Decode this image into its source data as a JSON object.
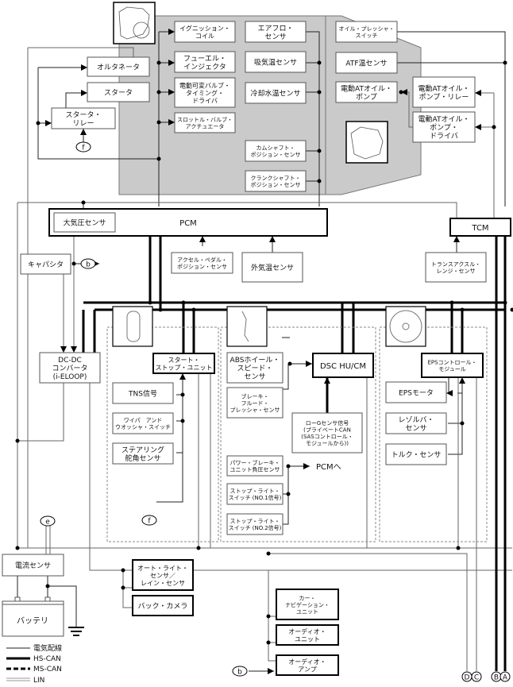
{
  "diagram": {
    "engine_area": {
      "left_outputs": {
        "ignition_coil": [
          "イグニッション・",
          "コイル"
        ],
        "fuel_injector": [
          "フューエル・",
          "インジェクタ"
        ],
        "vvt_driver": [
          "電動可変バルブ・",
          "タイミング・",
          "ドライバ"
        ],
        "throttle_actuator": [
          "スロットル・バルブ・",
          "アクチュエータ"
        ]
      },
      "sensors": {
        "airflow": [
          "エアフロ・",
          "センサ"
        ],
        "intake_temp": [
          "吸気温センサ"
        ],
        "coolant_temp": [
          "冷却水温センサ"
        ],
        "cam_position": [
          "カムシャフト・",
          "ポジション・センサ"
        ],
        "crank_position": [
          "クランクシャフト・",
          "ポジション・センサ"
        ]
      },
      "alternator": "オルタネータ",
      "starter": "スタータ",
      "starter_relay": [
        "スタータ・",
        "リレー"
      ]
    },
    "transmission_area": {
      "oil_pressure_switch": [
        "オイル・プレッシャ・",
        "スイッチ"
      ],
      "atf_temp": [
        "ATF温センサ"
      ],
      "at_oil_pump": [
        "電動ATオイル・",
        "ポンプ"
      ],
      "at_oil_pump_relay": [
        "電動ATオイル・",
        "ポンプ・リレー"
      ],
      "at_oil_pump_driver": [
        "電動ATオイル・",
        "ポンプ・",
        "ドライバ"
      ]
    },
    "pcm": {
      "label": "PCM",
      "baro_sensor": "大気圧センサ",
      "accel_pedal_sensor": [
        "アクセル・ペダル・",
        "ポジション・センサ"
      ],
      "ambient_temp_sensor": "外気温センサ"
    },
    "tcm": {
      "label": "TCM",
      "range_sensor": [
        "トランスアクスル・",
        "レンジ・センサ"
      ]
    },
    "capacitor": "キャパシタ",
    "dcdc": [
      "DC-DC",
      "コンバータ",
      "(i-ELOOP)"
    ],
    "start_stop": {
      "unit": [
        "スタート・",
        "ストップ・ユニット"
      ],
      "tns": "TNS信号",
      "wiper_switch": [
        "ワイパ　アンド",
        "ウオッシャ・スイッチ"
      ],
      "steering_sensor": [
        "ステアリング",
        "舵角センサ"
      ]
    },
    "dsc": {
      "unit": "DSC HU/CM",
      "abs_sensor": [
        "ABSホイール・",
        "スピード・",
        "センサ"
      ],
      "brake_fluid": [
        "ブレーキ・",
        "フルード・",
        "プレッシャ・センサ"
      ],
      "low_g": [
        "ローGセンサ信号",
        "(プライベートCAN",
        "(SASコントロール・",
        "モジュールから))"
      ],
      "brake_vacuum": [
        "パワー・ブレーキ・",
        "ユニット負圧センサ"
      ],
      "to_pcm": "PCMへ",
      "stop_light_1": [
        "ストップ・ライト・",
        "スイッチ (NO.1信号)"
      ],
      "stop_light_2": [
        "ストップ・ライト・",
        "スイッチ (NO.2信号)"
      ]
    },
    "eps": {
      "unit": [
        "EPSコントロール・",
        "モジュール"
      ],
      "motor": "EPSモータ",
      "resolver": [
        "レゾルバ・",
        "センサ"
      ],
      "torque": "トルク・センサ"
    },
    "current_sensor": "電流センサ",
    "battery": "バッテリ",
    "auto_light_sensor": [
      "オート・ライト・",
      "センサ／",
      "レイン・センサ"
    ],
    "back_camera": "バック・カメラ",
    "car_navigation": [
      "カー・",
      "ナビゲーション・",
      "ユニット"
    ],
    "audio_unit": [
      "オーディオ・",
      "ユニット"
    ],
    "audio_amp": [
      "オーディオ・",
      "アンプ"
    ],
    "connectors": {
      "b": "b",
      "e": "e",
      "f": "f",
      "A": "A",
      "B": "B",
      "C": "C",
      "D": "D"
    },
    "legend": [
      {
        "style": "thin",
        "label": "電気配線"
      },
      {
        "style": "thick",
        "label": "HS-CAN"
      },
      {
        "style": "dashed",
        "label": "MS-CAN"
      },
      {
        "style": "double",
        "label": "LIN"
      }
    ]
  }
}
